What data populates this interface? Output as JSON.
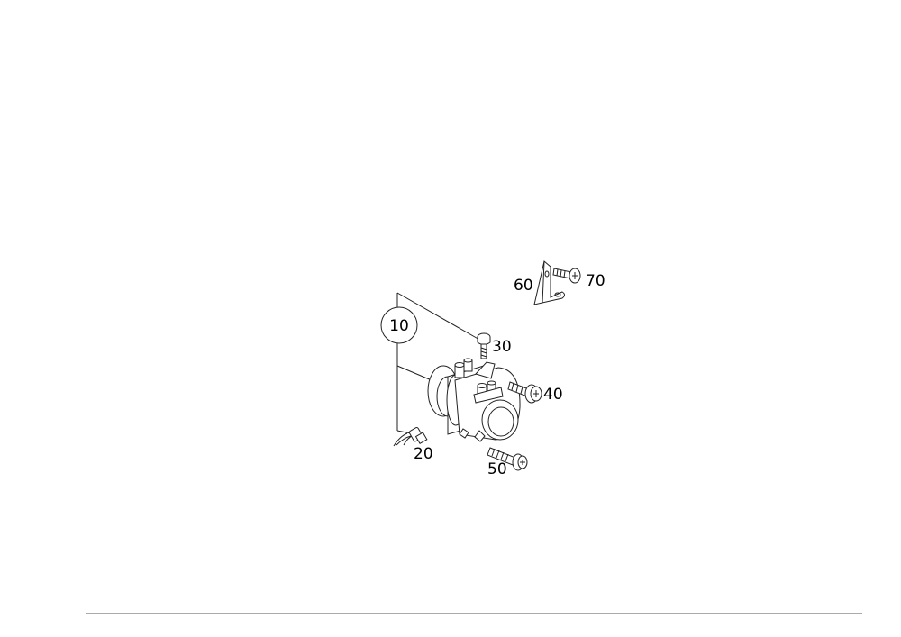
{
  "callouts": {
    "c10": "10",
    "c20": "20",
    "c30": "30",
    "c40": "40",
    "c50": "50",
    "c60": "60",
    "c70": "70"
  }
}
